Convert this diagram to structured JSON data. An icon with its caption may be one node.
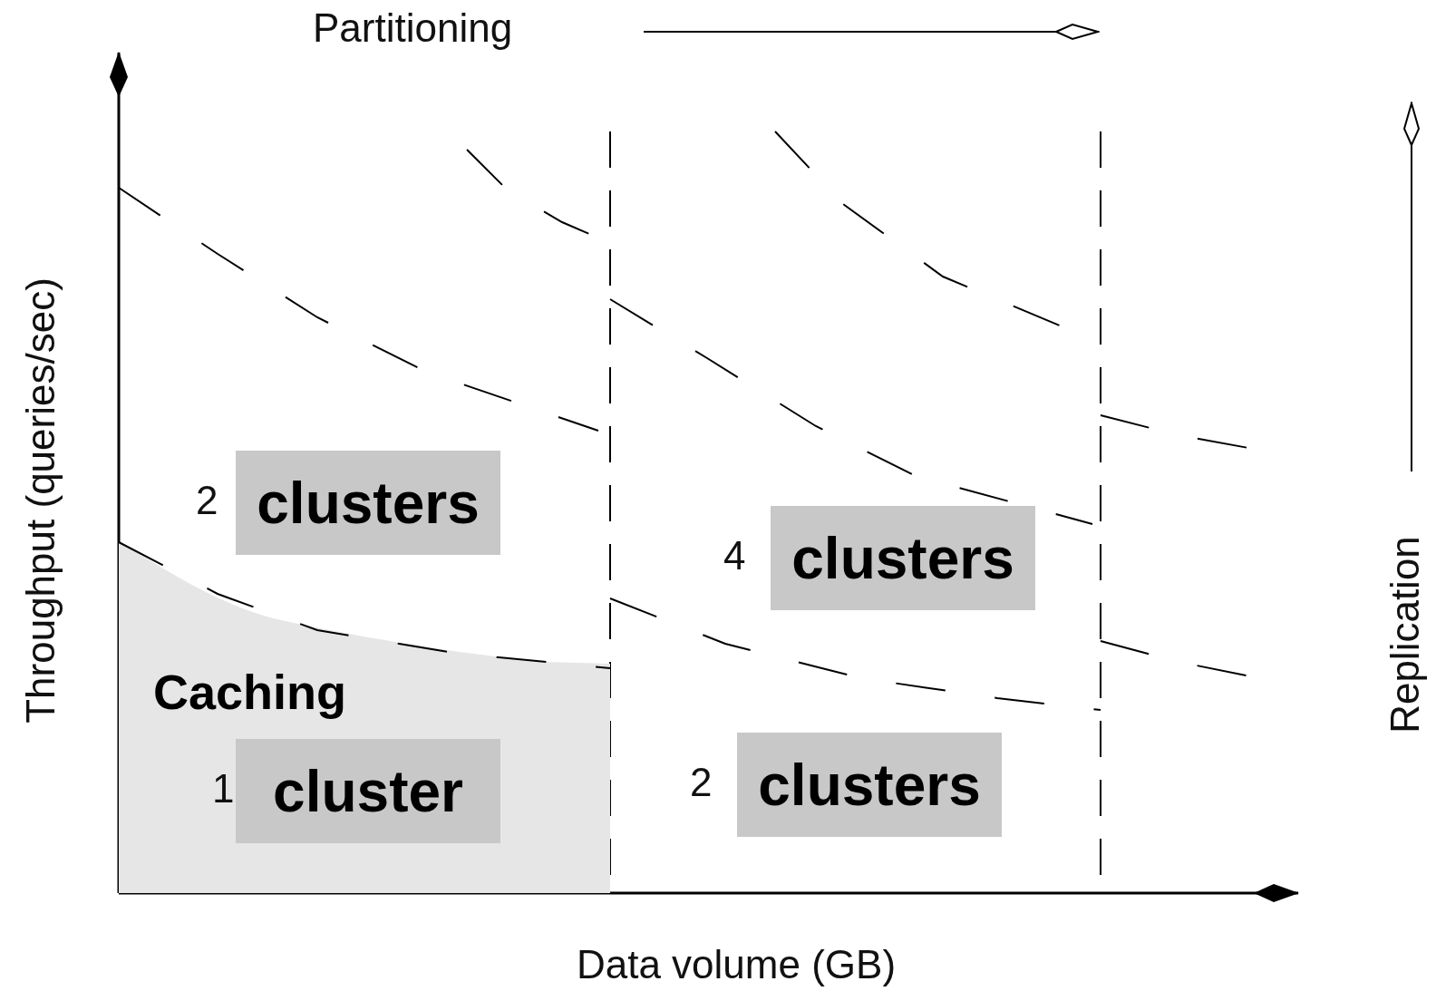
{
  "diagram": {
    "nodes": [
      {
        "text": [
          "clusters"
        ],
        "beside": [
          "2"
        ]
      },
      {
        "text": [
          "clusters"
        ],
        "beside": [
          "4"
        ]
      },
      {
        "text": [
          "Caching"
        ]
      },
      {
        "text": [
          "cluster"
        ],
        "beside": [
          "1"
        ],
        "in": 2
      },
      {
        "text": [
          "clusters"
        ],
        "beside": [
          "2"
        ]
      }
    ],
    "edges": [],
    "labels": [
      "Partitioning",
      "Throughput (queries/sec)",
      "Replication",
      "Data volume (GB)"
    ]
  }
}
